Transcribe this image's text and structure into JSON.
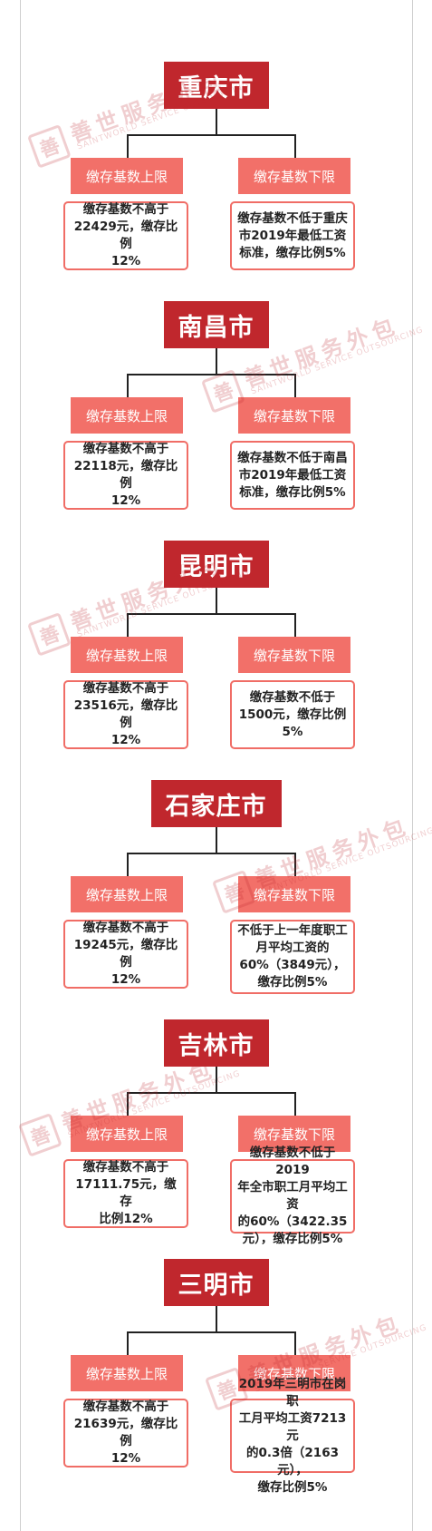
{
  "watermark": {
    "logo_glyph": "善",
    "text_cn": "善世服务外包",
    "text_en": "SAINTWORLD SERVICE OUTSOURCING"
  },
  "colors": {
    "city_header": "#c0272d",
    "tag": "#f27069",
    "box_border": "#f06d66"
  },
  "sections": [
    {
      "city": "重庆市",
      "upper_tag": "缴存基数上限",
      "lower_tag": "缴存基数下限",
      "upper_text": "缴存基数不高于\n22429元，缴存比例\n12%",
      "lower_text": "缴存基数不低于重庆\n市2019年最低工资\n标准，缴存比例5%"
    },
    {
      "city": "南昌市",
      "upper_tag": "缴存基数上限",
      "lower_tag": "缴存基数下限",
      "upper_text": "缴存基数不高于\n22118元，缴存比例\n12%",
      "lower_text": "缴存基数不低于南昌\n市2019年最低工资\n标准，缴存比例5%"
    },
    {
      "city": "昆明市",
      "upper_tag": "缴存基数上限",
      "lower_tag": "缴存基数下限",
      "upper_text": "缴存基数不高于\n23516元，缴存比例\n12%",
      "lower_text": "缴存基数不低于\n1500元，缴存比例\n5%"
    },
    {
      "city": "石家庄市",
      "upper_tag": "缴存基数上限",
      "lower_tag": "缴存基数下限",
      "upper_text": "缴存基数不高于\n19245元，缴存比例\n12%",
      "lower_text": "不低于上一年度职工\n月平均工资的\n60%（3849元），\n缴存比例5%"
    },
    {
      "city": "吉林市",
      "upper_tag": "缴存基数上限",
      "lower_tag": "缴存基数下限",
      "upper_text": "缴存基数不高于\n17111.75元，缴存\n比例12%",
      "lower_text": "缴存基数不低于2019\n年全市职工月平均工资\n的60%（3422.35\n元），缴存比例5%"
    },
    {
      "city": "三明市",
      "upper_tag": "缴存基数上限",
      "lower_tag": "缴存基数下限",
      "upper_text": "缴存基数不高于\n21639元，缴存比例\n12%",
      "lower_text": "2019年三明市在岗职\n工月平均工资7213元\n的0.3倍（2163元），\n缴存比例5%"
    }
  ]
}
